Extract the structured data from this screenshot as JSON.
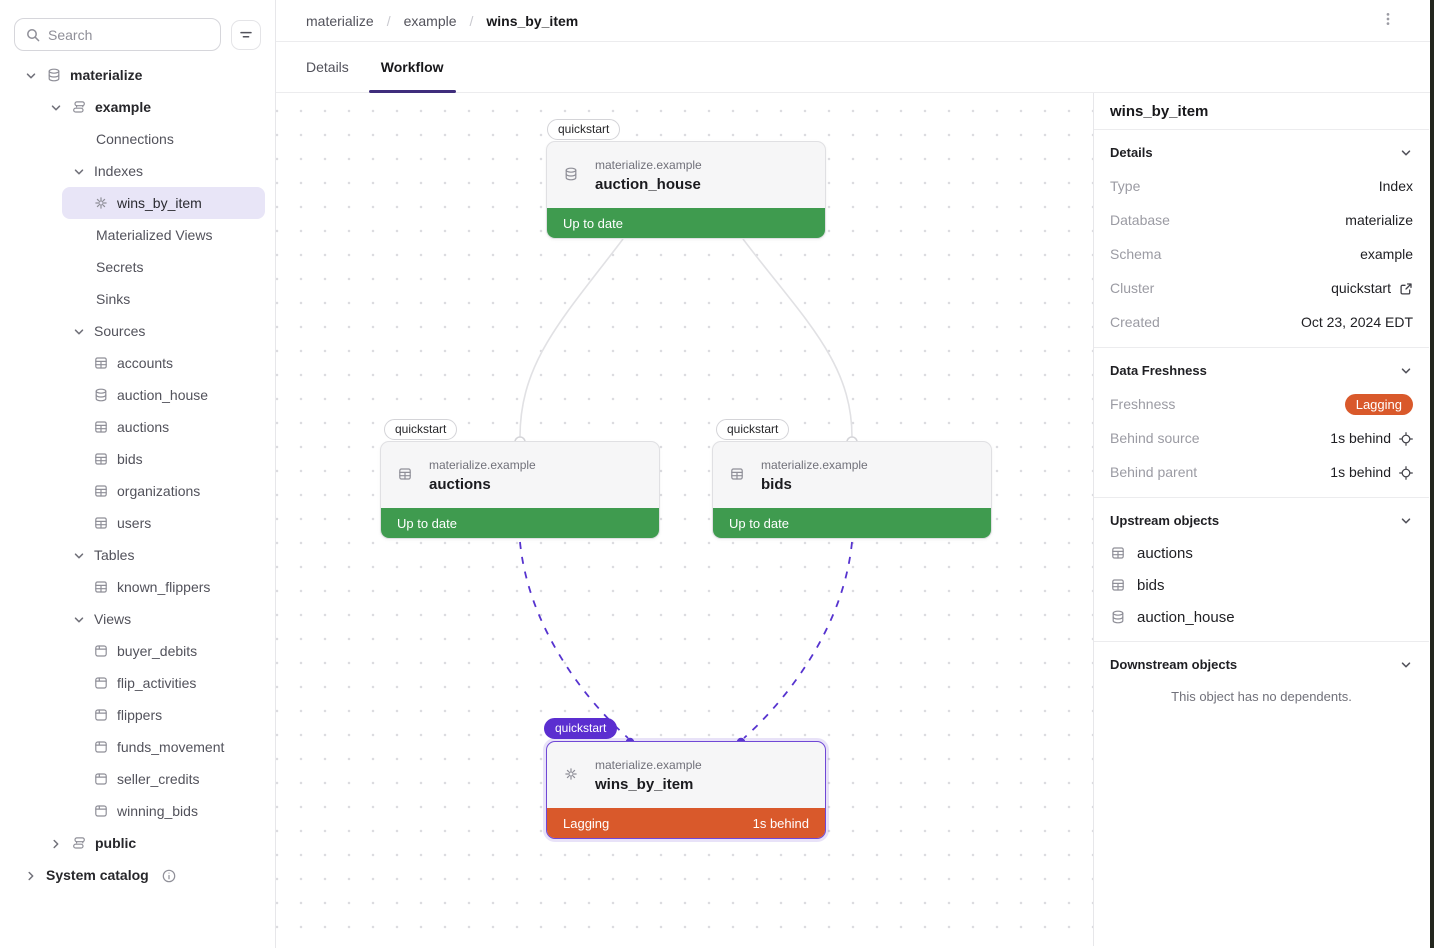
{
  "colors": {
    "status_green": "#3f9b4f",
    "status_orange": "#d9592b",
    "accent_purple": "#5b2ed0",
    "node_selected_border": "#7048d6",
    "tab_underline": "#3f2d7c",
    "sidebar_selected_bg": "#e8e5f7"
  },
  "header": {
    "breadcrumb": [
      "materialize",
      "example",
      "wins_by_item"
    ],
    "kebab_icon": "kebab-menu"
  },
  "tabs": [
    {
      "label": "Details",
      "active": false
    },
    {
      "label": "Workflow",
      "active": true
    }
  ],
  "sidebar": {
    "search_placeholder": "Search",
    "filter_icon": "filter",
    "items": [
      {
        "label": "materialize",
        "icon": "database"
      },
      {
        "label": "example",
        "icon": "schema"
      },
      {
        "label": "Connections"
      },
      {
        "label": "Indexes"
      },
      {
        "label": "wins_by_item",
        "icon": "index",
        "selected": true
      },
      {
        "label": "Materialized Views"
      },
      {
        "label": "Secrets"
      },
      {
        "label": "Sinks"
      },
      {
        "label": "Sources"
      },
      {
        "label": "accounts",
        "icon": "table"
      },
      {
        "label": "auction_house",
        "icon": "database"
      },
      {
        "label": "auctions",
        "icon": "table"
      },
      {
        "label": "bids",
        "icon": "table"
      },
      {
        "label": "organizations",
        "icon": "table"
      },
      {
        "label": "users",
        "icon": "table"
      },
      {
        "label": "Tables"
      },
      {
        "label": "known_flippers",
        "icon": "table"
      },
      {
        "label": "Views"
      },
      {
        "label": "buyer_debits",
        "icon": "view"
      },
      {
        "label": "flip_activities",
        "icon": "view"
      },
      {
        "label": "flippers",
        "icon": "view"
      },
      {
        "label": "funds_movement",
        "icon": "view"
      },
      {
        "label": "seller_credits",
        "icon": "view"
      },
      {
        "label": "winning_bids",
        "icon": "view"
      },
      {
        "label": "public",
        "icon": "schema"
      },
      {
        "label": "System catalog"
      }
    ]
  },
  "canvas": {
    "nodes": [
      {
        "badge": "quickstart",
        "schema": "materialize.example",
        "name": "auction_house",
        "icon": "database",
        "status": "Up to date"
      },
      {
        "badge": "quickstart",
        "schema": "materialize.example",
        "name": "auctions",
        "icon": "table",
        "status": "Up to date"
      },
      {
        "badge": "quickstart",
        "schema": "materialize.example",
        "name": "bids",
        "icon": "table",
        "status": "Up to date"
      },
      {
        "badge": "quickstart",
        "schema": "materialize.example",
        "name": "wins_by_item",
        "icon": "index",
        "status": "Lagging",
        "status_detail": "1s behind",
        "selected": true
      }
    ]
  },
  "panel": {
    "title": "wins_by_item",
    "details": {
      "header": "Details",
      "rows": [
        {
          "label": "Type",
          "value": "Index"
        },
        {
          "label": "Database",
          "value": "materialize"
        },
        {
          "label": "Schema",
          "value": "example"
        },
        {
          "label": "Cluster",
          "value": "quickstart",
          "icon": "external-link"
        },
        {
          "label": "Created",
          "value": "Oct 23, 2024 EDT"
        }
      ]
    },
    "freshness": {
      "header": "Data Freshness",
      "rows": [
        {
          "label": "Freshness",
          "badge": "Lagging"
        },
        {
          "label": "Behind source",
          "value": "1s behind",
          "icon": "target"
        },
        {
          "label": "Behind parent",
          "value": "1s behind",
          "icon": "target"
        }
      ]
    },
    "upstream": {
      "header": "Upstream objects",
      "items": [
        {
          "name": "auctions",
          "icon": "table"
        },
        {
          "name": "bids",
          "icon": "table"
        },
        {
          "name": "auction_house",
          "icon": "database"
        }
      ]
    },
    "downstream": {
      "header": "Downstream objects",
      "empty_text": "This object has no dependents."
    }
  }
}
